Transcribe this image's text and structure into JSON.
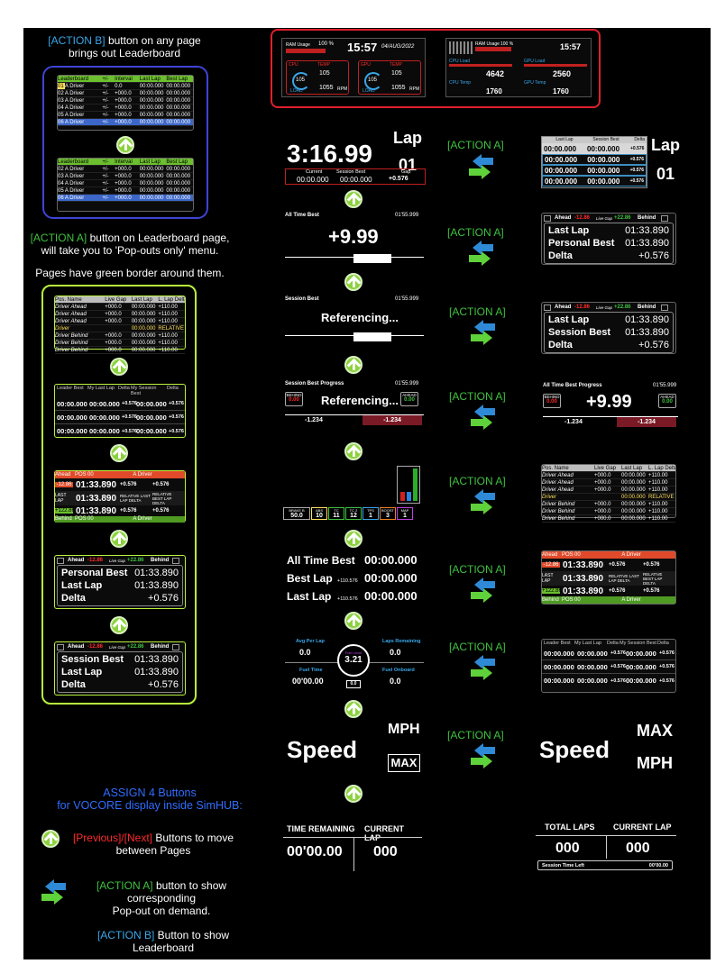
{
  "left": {
    "note_b_pre": "[ACTION B]",
    "note_b_post": " button on any page",
    "note_b_line2": "brings out Leaderboard",
    "note_a_pre": "[ACTION A]",
    "note_a_post": " button on Leaderboard page,",
    "note_a_line2": "will take you to 'Pop-outs only' menu.",
    "note_pages": "Pages have green border around them.",
    "lb_header": [
      "Leaderboard",
      "+/-",
      "Interval",
      "Last Lap",
      "Best Lap"
    ],
    "lb_rows": [
      [
        "01",
        "A Driver",
        "+/-",
        "0.0",
        "00:00.000",
        "00:00.000"
      ],
      [
        "02",
        "A Driver",
        "+/-",
        "+000.0",
        "00:00.000",
        "00:00.000"
      ],
      [
        "03",
        "A Driver",
        "+/-",
        "+000.0",
        "00:00.000",
        "00:00.000"
      ],
      [
        "04",
        "A Driver",
        "+/-",
        "+000.0",
        "00:00.000",
        "00:00.000"
      ],
      [
        "05",
        "A Driver",
        "+/-",
        "+000.0",
        "00:00.000",
        "00:00.000"
      ],
      [
        "06",
        "A Driver",
        "+/-",
        "+000.0",
        "00:00.000",
        "00:00.000"
      ]
    ],
    "pos_header": [
      "Pos. Name",
      "Live Gap",
      "Last Lap",
      "L. Lap Delta"
    ],
    "pos_rows": [
      [
        "Driver Ahead",
        "+000.0",
        "00:00.000",
        "+110.00"
      ],
      [
        "Driver Ahead",
        "+000.0",
        "00:00.000",
        "+110.00"
      ],
      [
        "Driver Ahead",
        "+000.0",
        "00:00.000",
        "+110.00"
      ],
      [
        "Driver",
        "",
        "00:00.000",
        "RELATIVE"
      ],
      [
        "Driver Behind",
        "+000.0",
        "00:00.000",
        "+110.00"
      ],
      [
        "Driver Behind",
        "+000.0",
        "00:00.000",
        "+110.00"
      ],
      [
        "Driver Behind",
        "+000.0",
        "00:00.000",
        "+110.00"
      ]
    ],
    "cmp_header": [
      "Leader Best",
      "My Last Lap",
      "Delta",
      "My Session Best",
      "Delta"
    ],
    "cmp_rows": [
      [
        "00:00.000",
        "00:00.000",
        "+0.576",
        "00:00.000",
        "+0.576"
      ],
      [
        "00:00.000",
        "00:00.000",
        "+0.576",
        "00:00.000",
        "+0.576"
      ],
      [
        "00:00.000",
        "00:00.000",
        "+0.576",
        "00:00.000",
        "+0.576"
      ]
    ],
    "rel": {
      "ahead": "Ahead",
      "pos": "POS",
      "pos_val": "00",
      "driver": "A Driver",
      "gap1": "-12.86",
      "t1": "01:33.890",
      "d1": "+0.576",
      "d2": "+0.576",
      "last": "LAST LAP",
      "t2": "01:33.890",
      "rel1": "RELATIVE LAST LAP DELTA",
      "rel2": "RELATIVE BEST LAP DELTA",
      "gap2": "+122.86",
      "t3": "01:33.890",
      "d3": "+0.576",
      "d4": "+0.576",
      "behind": "Behind"
    },
    "pb": {
      "ahead": "Ahead",
      "gap_a": "-12.86",
      "live": "Live Gap",
      "gap_b": "+22.86",
      "behind": "Behind",
      "r1": "Personal Best",
      "v1": "01:33.890",
      "r2": "Last Lap",
      "v2": "01:33.890",
      "r3": "Delta",
      "v3": "+0.576"
    },
    "sb": {
      "ahead": "Ahead",
      "gap_a": "-12.86",
      "live": "Live Gap",
      "gap_b": "+22.86",
      "behind": "Behind",
      "r1": "Session Best",
      "v1": "01:33.890",
      "r2": "Last Lap",
      "v2": "01:33.890",
      "r3": "Delta",
      "v3": "+0.576"
    },
    "assign1": "ASSIGN 4 Buttons",
    "assign2": "for VOCORE display inside SimHUB:",
    "nav_btn": "[Previous]/[Next]",
    "nav_rest": " Buttons to move",
    "nav_line2": "between Pages",
    "act_a": "[ACTION A]",
    "act_a_rest": " button to show",
    "act_a_l2": "corresponding",
    "act_a_l3": "Pop-out on demand.",
    "act_b": "[ACTION B]",
    "act_b_rest": " Button to show",
    "act_b_l2": "Leaderboard"
  },
  "top": {
    "ram": "RAM Usage",
    "ram_v": "100 %",
    "clock": "15:57",
    "date": "04/AUG/2022",
    "cpu": "CPU",
    "gpu": "GPU",
    "load": "LOAD",
    "temp": "TEMP",
    "v105": "105",
    "v1055": "1055",
    "rpm": "RPM",
    "cpu_load": "CPU Load",
    "gpu_load": "GPU Load",
    "cpu_temp": "CPU Temp",
    "gpu_temp": "GPU Temp",
    "v4642": "4642",
    "v2560": "2560",
    "v1760": "1760",
    "v1760b": "1760"
  },
  "mid": {
    "lap_time": "3:16.99",
    "lap_label": "Lap",
    "lap_num": "01",
    "cur": "Current",
    "sess": "Session Best",
    "gap": "Gap",
    "cur_v": "00:00.000",
    "sess_v": "00:00.000",
    "gap_v": "+0.576",
    "atb_label": "All Time Best",
    "atb_time": "01'55.999",
    "atb_delta": "+9.99",
    "sb_label": "Session Best",
    "sb_time": "01'55.999",
    "sb_ref": "Referencing...",
    "sbp_label": "Session Best Progress",
    "sbp_time": "01'55.999",
    "sbp_ref": "Referencing...",
    "behind": "BEHIND",
    "ahead": "AHEAD",
    "bz": "0.00",
    "az": "0.00",
    "m1": "-1.234",
    "m2": "-1.234",
    "tel_labels": [
      "BRAKE B",
      "ABS",
      "TC",
      "TC 2",
      "TPS",
      "BOOST",
      "MAP"
    ],
    "tel_vals": [
      "50.0",
      "10",
      "11",
      "12",
      "1",
      "3",
      "1"
    ],
    "at_rows": [
      [
        "All Time Best",
        "",
        "00:00.000"
      ],
      [
        "Best Lap",
        "+110.576",
        "00:00.000"
      ],
      [
        "Last Lap",
        "+110.576",
        "00:00.000"
      ]
    ],
    "fuel": {
      "avg": "Avg Per Lap",
      "avg_v": "0.0",
      "laps_rem": "Laps Remaining",
      "laps_v": "0.0",
      "fuel_time": "Fuel Time",
      "fuel_time_v": "00'00.00",
      "fuel_on": "Fuel Onboard",
      "fuel_on_v": "0.0",
      "center_label": "Fuel Level",
      "center_v": "3.21",
      "small": "0.0"
    },
    "speed": "Speed",
    "mph": "MPH",
    "max": "MAX",
    "time_rem": "TIME REMAINING",
    "cur_lap": "CURRENT LAP",
    "time_rem_v": "00'00.00",
    "cur_lap_v": "000"
  },
  "right": {
    "action": "[ACTION A]",
    "lap_hdr": [
      "Last Lap",
      "Session Best",
      "Delta"
    ],
    "lap_rows": [
      [
        "00:00.000",
        "00:00.000",
        "+0.576"
      ],
      [
        "00:00.000",
        "00:00.000",
        "+0.576"
      ],
      [
        "00:00.000",
        "00:00.000",
        "+0.576"
      ],
      [
        "00:00.000",
        "00:00.000",
        "+0.576"
      ]
    ],
    "lap_label": "Lap",
    "lap_num": "01",
    "pb": {
      "ahead": "Ahead",
      "gap_a": "-12.86",
      "live": "Live Gap",
      "gap_b": "+22.86",
      "behind": "Behind",
      "r1": "Last Lap",
      "v1": "01:33.890",
      "r2": "Personal Best",
      "v2": "01:33.890",
      "r3": "Delta",
      "v3": "+0.576"
    },
    "sb": {
      "ahead": "Ahead",
      "gap_a": "-12.86",
      "live": "Live Gap",
      "gap_b": "+22.86",
      "behind": "Behind",
      "r1": "Last Lap",
      "v1": "01:33.890",
      "r2": "Session Best",
      "v2": "01:33.890",
      "r3": "Delta",
      "v3": "+0.576"
    },
    "atp_label": "All Time Best Progress",
    "atp_time": "01'55.999",
    "atp_delta": "+9.99",
    "behind": "BEHIND",
    "ahead": "AHEAD",
    "bz": "0.00",
    "az": "0.00",
    "m1": "-1.234",
    "m2": "-1.234",
    "speed": "Speed",
    "max": "MAX",
    "mph": "MPH",
    "total_laps": "TOTAL LAPS",
    "current_lap": "CURRENT LAP",
    "tl_v": "000",
    "cl_v": "000",
    "stl": "Session Time Left",
    "stl_v": "00'00.00"
  }
}
